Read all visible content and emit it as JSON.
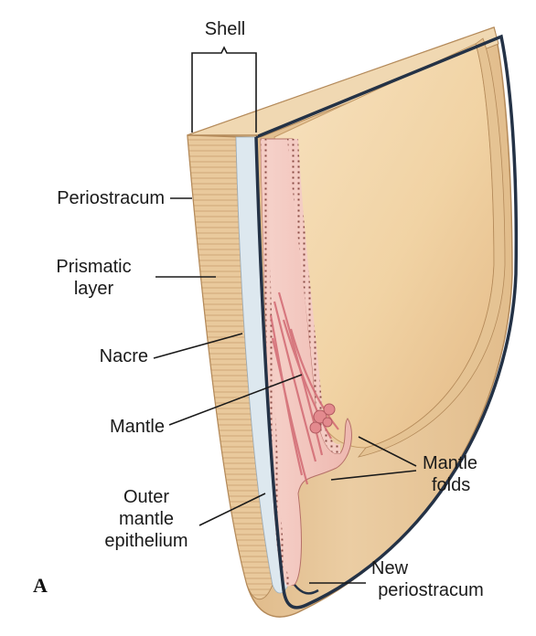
{
  "diagram": {
    "panel_letter": "A",
    "labels": {
      "shell": "Shell",
      "periostracum": "Periostracum",
      "prismatic_layer_1": "Prismatic",
      "prismatic_layer_2": "layer",
      "nacre": "Nacre",
      "mantle": "Mantle",
      "outer_mantle_1": "Outer",
      "outer_mantle_2": "mantle",
      "outer_mantle_3": "epithelium",
      "mantle_folds_1": "Mantle",
      "mantle_folds_2": "folds",
      "new_periostracum_1": "New",
      "new_periostracum_2": "periostracum"
    }
  },
  "colors": {
    "shell_tan": "#e8c79e",
    "shell_dark": "#c9a06e",
    "nacre_blue": "#d9e6ee",
    "periostracum_dark": "#243246",
    "mantle_pink": "#f2c4bd",
    "mantle_red": "#d9737a",
    "interior_gold": "#f1d3a4"
  }
}
